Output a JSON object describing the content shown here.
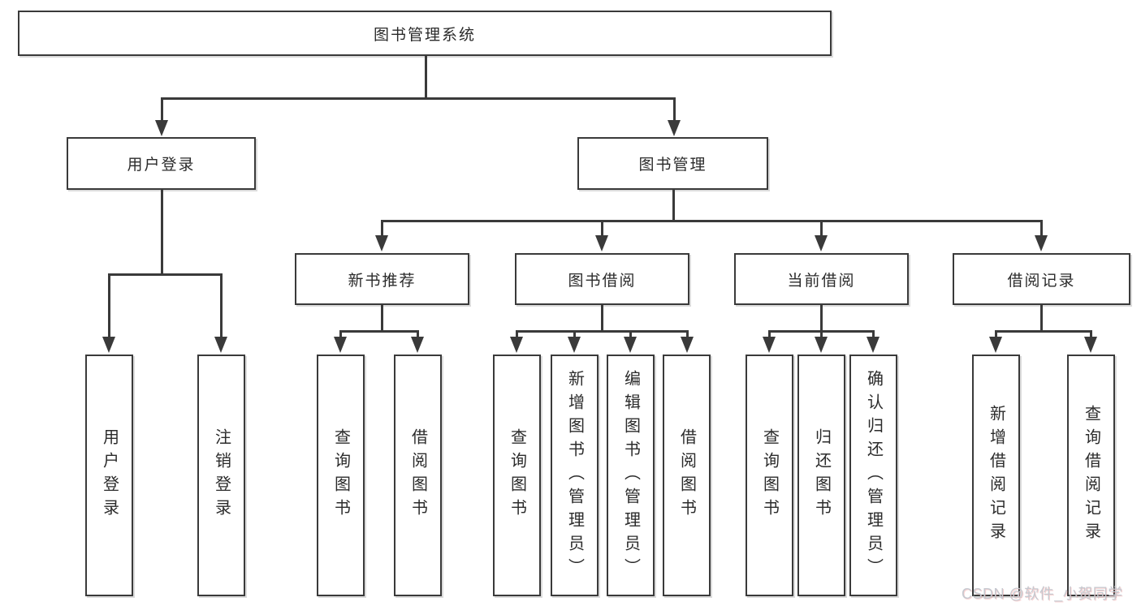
{
  "tree": {
    "label": "图书管理系统",
    "children": [
      {
        "label": "用户登录",
        "children": [
          {
            "label": "用户登录"
          },
          {
            "label": "注销登录"
          }
        ]
      },
      {
        "label": "图书管理",
        "children": [
          {
            "label": "新书推荐",
            "children": [
              {
                "label": "查询图书"
              },
              {
                "label": "借阅图书"
              }
            ]
          },
          {
            "label": "图书借阅",
            "children": [
              {
                "label": "查询图书"
              },
              {
                "label": "新增图书（管理员）"
              },
              {
                "label": "编辑图书（管理员）"
              },
              {
                "label": "借阅图书"
              }
            ]
          },
          {
            "label": "当前借阅",
            "children": [
              {
                "label": "查询图书"
              },
              {
                "label": "归还图书"
              },
              {
                "label": "确认归还（管理员）"
              }
            ]
          },
          {
            "label": "借阅记录",
            "children": [
              {
                "label": "新增借阅记录"
              },
              {
                "label": "查询借阅记录"
              }
            ]
          }
        ]
      }
    ]
  },
  "watermark": {
    "text": "CSDN @软件_小贺同学"
  },
  "colors": {
    "background": "#ffffff",
    "line": "#3a3a3a",
    "text": "#2b2b2b",
    "watermark": "#c6c9d0"
  }
}
